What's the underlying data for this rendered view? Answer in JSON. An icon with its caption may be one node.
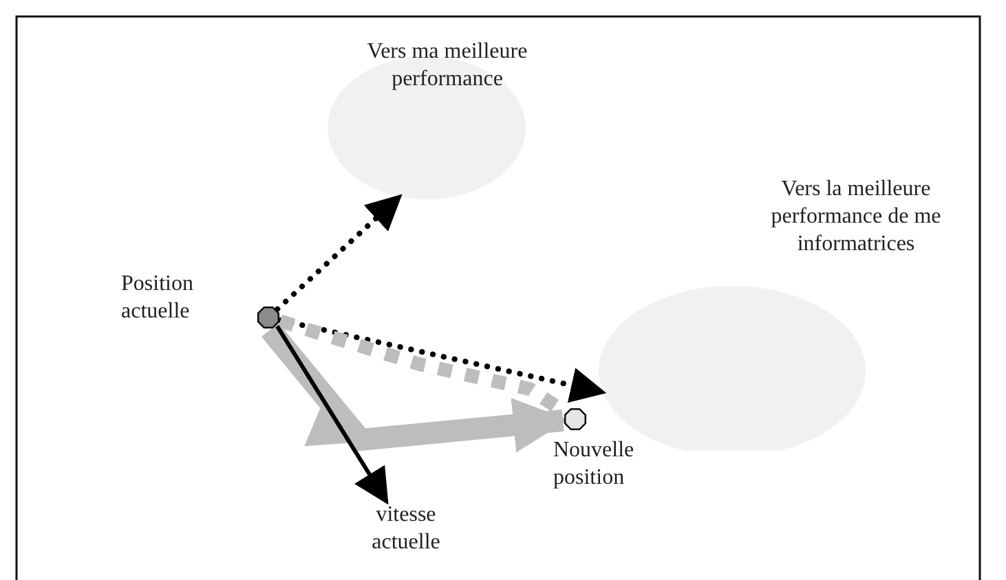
{
  "diagram": {
    "nodes": [
      {
        "text": [],
        "shape": "circle",
        "beside": [
          "Position actuelle"
        ]
      },
      {
        "text": [
          "Vers ma meilleure performance"
        ]
      },
      {
        "text": [
          "Vers la meilleure performance de me informatrices"
        ]
      },
      {
        "text": [],
        "shape": "circle",
        "beside": [
          "Nouvelle position"
        ]
      },
      {
        "text": [
          "vitesse actuelle"
        ]
      }
    ],
    "edges": [
      {
        "from": 0,
        "to": 1,
        "arrow": "to",
        "style": "dashed"
      },
      {
        "from": 0,
        "to": 2,
        "arrow": "to",
        "style": "dashed"
      },
      {
        "from": 0,
        "to": 3,
        "arrow": "to",
        "style": "thick",
        "color": "#bdbdbd"
      },
      {
        "from": 0,
        "to": 3,
        "arrow": "none",
        "style": "dashed",
        "color": "#bdbdbd"
      },
      {
        "from": 0,
        "to": 4,
        "arrow": "to"
      }
    ]
  }
}
